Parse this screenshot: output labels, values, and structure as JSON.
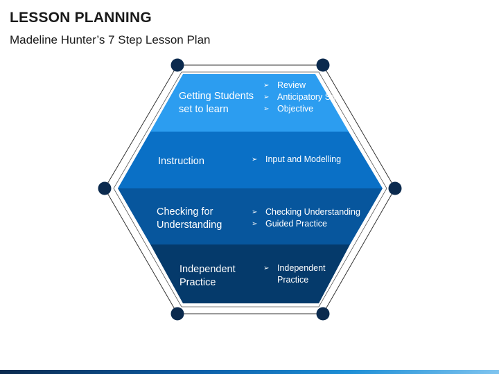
{
  "header": {
    "title": "LESSON PLANNING",
    "subtitle": "Madeline Hunter’s 7 Step Lesson Plan"
  },
  "colors": {
    "band1": "#2c9df0",
    "band2": "#0a70c6",
    "band3": "#07569d",
    "band4": "#053a6b",
    "node": "#0b2a4e",
    "outline": "#333333"
  },
  "steps": [
    {
      "title": "Getting Students set to learn",
      "bullets": [
        "Review",
        "Anticipatory Set",
        "Objective"
      ]
    },
    {
      "title": "Instruction",
      "bullets": [
        "Input and Modelling"
      ]
    },
    {
      "title": "Checking for Understanding",
      "bullets": [
        "Checking Understanding",
        "Guided Practice"
      ]
    },
    {
      "title": "Independent Practice",
      "bullets": [
        "Independent Practice"
      ]
    }
  ],
  "bullet_icon": "arrow-right-icon"
}
